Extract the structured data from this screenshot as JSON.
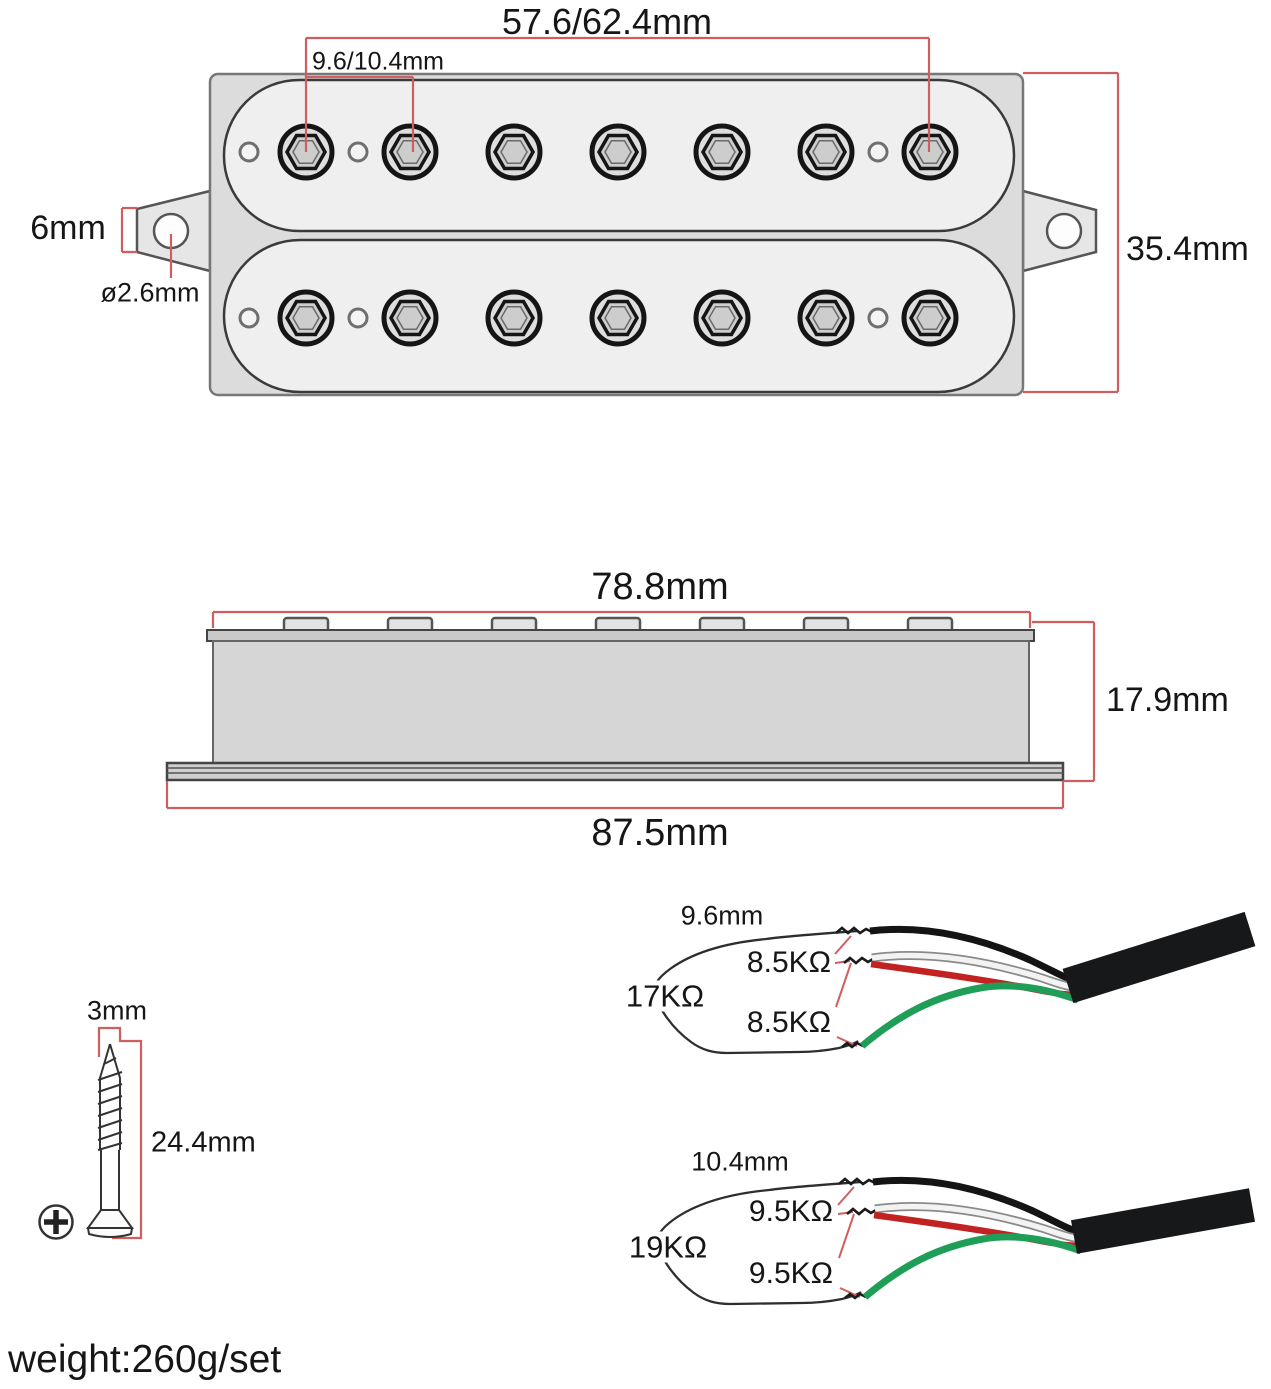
{
  "top_view": {
    "pole_span_label": "57.6/62.4mm",
    "pole_pitch_label": "9.6/10.4mm",
    "ear_height_label": "6mm",
    "ear_hole_diameter_label": "ø2.6mm",
    "body_height_label": "35.4mm"
  },
  "side_view": {
    "top_width_label": "78.8mm",
    "thickness_label": "17.9mm",
    "base_width_label": "87.5mm"
  },
  "screw": {
    "head_width_label": "3mm",
    "length_label": "24.4mm"
  },
  "wiring_diagrams": [
    {
      "pitch_label": "9.6mm",
      "total_label": "17KΩ",
      "coil_a_label": "8.5KΩ",
      "coil_b_label": "8.5KΩ"
    },
    {
      "pitch_label": "10.4mm",
      "total_label": "19KΩ",
      "coil_a_label": "9.5KΩ",
      "coil_b_label": "9.5KΩ"
    }
  ],
  "footer": {
    "weight_label": "weight:260g/set"
  },
  "colors": {
    "dimension_red": "#cf5f5f",
    "line_dark": "#2e2e2e",
    "wire_red": "#c22222",
    "wire_green": "#1f9e58",
    "wire_black": "#141414",
    "wire_white": "#f3f3f3",
    "cable_black": "#17181a"
  }
}
